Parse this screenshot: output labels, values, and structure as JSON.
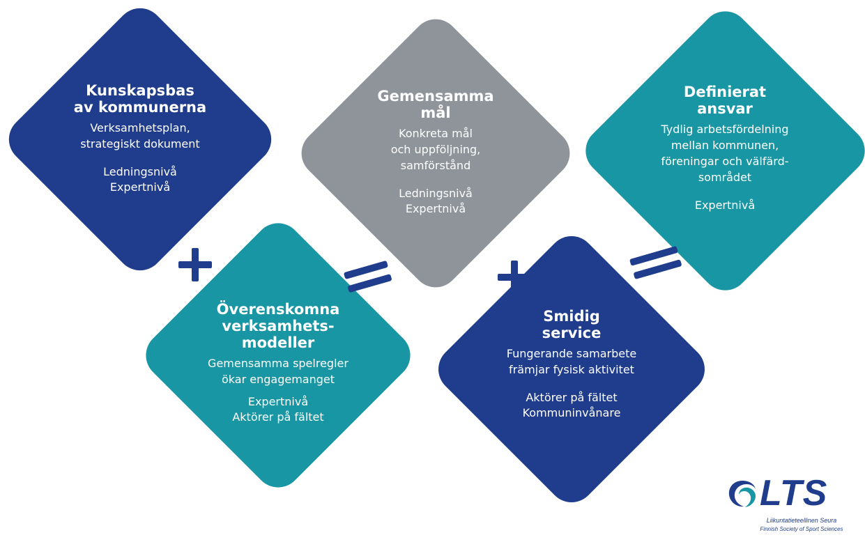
{
  "boxes": {
    "kunskapsbas": {
      "title": "Kunskapsbas\nav kommunerna",
      "description": "Verksamhetsplan,\nstrategiskt dokument",
      "levels": "Ledningsnivå\nExpertnivå"
    },
    "gemensamma_mal": {
      "title": "Gemensamma\nmål",
      "description": "Konkreta mål\noch uppföljning,\nsamförstånd",
      "levels": "Ledningsnivå\nExpertnivå"
    },
    "definierat_ansvar": {
      "title": "Definierat\nansvar",
      "description": "Tydlig arbetsfördelning\nmellan kommunen,\nföreningar och välfärd-\nsområdet",
      "levels": "Expertnivå"
    },
    "overenskomna": {
      "title": "Överenskomna\nverksamhets-\nmodeller",
      "description": "Gemensamma spelregler\nökar engagemanget",
      "levels": "Expertnivå\nAktörer på fältet"
    },
    "smidig_service": {
      "title": "Smidig\nservice",
      "description": "Fungerande samarbete\nfrämjar fysisk aktivitet",
      "levels": "Aktörer på fältet\nKommuninvånare"
    }
  },
  "colors": {
    "dark_blue": "#1f3d8c",
    "gray": "#8e949a",
    "teal": "#1996a4"
  },
  "logo": {
    "name": "LTS",
    "subtitle_fi": "Liikuntatieteellinen Seura",
    "subtitle_en": "Finnish Society of Sport Sciences",
    "icon": "lts-swirl-logo"
  }
}
